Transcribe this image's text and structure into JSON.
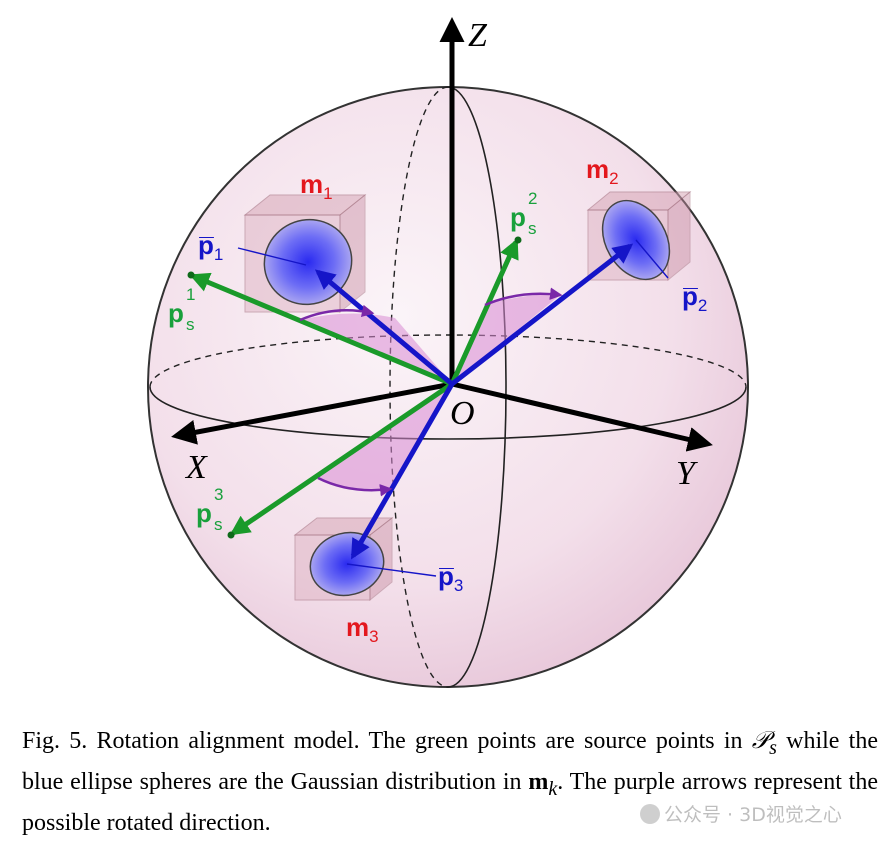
{
  "figure": {
    "axes": {
      "x": "X",
      "y": "Y",
      "z": "Z",
      "origin": "O"
    },
    "models": [
      {
        "base": "m",
        "sub": "1"
      },
      {
        "base": "m",
        "sub": "2"
      },
      {
        "base": "m",
        "sub": "3"
      }
    ],
    "means": [
      {
        "base": "p̅",
        "sub": "1"
      },
      {
        "base": "p̅",
        "sub": "2"
      },
      {
        "base": "p̅",
        "sub": "3"
      }
    ],
    "sources": [
      {
        "base": "p",
        "sub": "s",
        "sup": "1"
      },
      {
        "base": "p",
        "sub": "s",
        "sup": "2"
      },
      {
        "base": "p",
        "sub": "s",
        "sup": "3"
      }
    ],
    "colors": {
      "sphere": "#f2dde8",
      "source_arrow": "#1a9a2a",
      "mean_arrow": "#1515c8",
      "rotation_arc": "#7a28a8",
      "wedge": "#d98ad4",
      "model_label": "#e3171d"
    }
  },
  "caption": {
    "label": "Fig. 5.",
    "part1": " Rotation alignment model. The green points are source points in ",
    "symbol_ps": "𝒫",
    "symbol_ps_sub": "s",
    "part2": " while the blue ellipse spheres are the Gaussian distribution in ",
    "symbol_mk": "m",
    "symbol_mk_sub": "k",
    "part3": ". The purple arrows represent the possible rotated direction."
  },
  "watermark": {
    "text": "公众号 · 3D视觉之心"
  }
}
